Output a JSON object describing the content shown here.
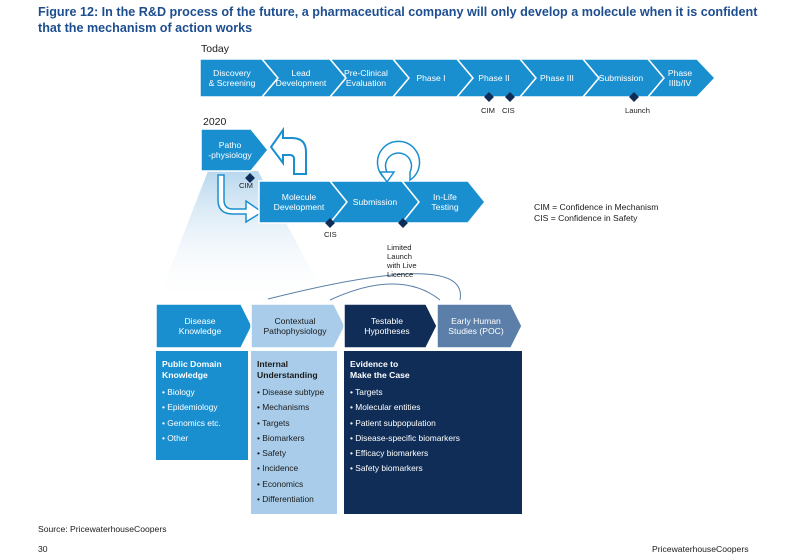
{
  "title": "Figure 12: In the R&D process of the future, a pharmaceutical company will only develop a molecule when it is confident that the mechanism of action works",
  "today": {
    "label": "Today",
    "phases": [
      {
        "line1": "Discovery",
        "line2": "& Screening"
      },
      {
        "line1": "Lead",
        "line2": "Development"
      },
      {
        "line1": "Pre-Clinical",
        "line2": "Evaluation"
      },
      {
        "line1": "Phase I",
        "line2": ""
      },
      {
        "line1": "Phase II",
        "line2": ""
      },
      {
        "line1": "Phase III",
        "line2": ""
      },
      {
        "line1": "Submission",
        "line2": ""
      },
      {
        "line1": "Phase",
        "line2": "IIIb/IV"
      }
    ],
    "markers": {
      "cim": "CIM",
      "cis": "CIS",
      "launch": "Launch"
    }
  },
  "future": {
    "label": "2020",
    "patho": {
      "line1": "Patho",
      "line2": "-physiology"
    },
    "molecule": {
      "line1": "Molecule",
      "line2": "Development"
    },
    "submission": "Submission",
    "inlife": {
      "line1": "In-Life",
      "line2": "Testing"
    },
    "cim": "CIM",
    "cis": "CIS",
    "limited": [
      "Limited",
      "Launch",
      "with Live",
      "Licence"
    ]
  },
  "legend": {
    "line1": "CIM = Confidence in Mechanism",
    "line2": "CIS = Confidence in Safety"
  },
  "columns": [
    {
      "header": {
        "line1": "Disease",
        "line2": "Knowledge"
      },
      "title": {
        "line1": "Public Domain",
        "line2": "Knowledge"
      },
      "items": [
        "• Biology",
        "• Epidemiology",
        "• Genomics etc.",
        "• Other"
      ]
    },
    {
      "header": {
        "line1": "Contextual",
        "line2": "Pathophysiology"
      },
      "title": {
        "line1": "Internal",
        "line2": "Understanding"
      },
      "items": [
        "• Disease subtype",
        "• Mechanisms",
        "• Targets",
        "• Biomarkers",
        "• Safety",
        "• Incidence",
        "• Economics",
        "• Differentiation"
      ]
    },
    {
      "header": {
        "line1": "Testable",
        "line2": "Hypotheses"
      },
      "title": {
        "line1": "Evidence to",
        "line2": "Make the Case"
      },
      "items": [
        "• Targets",
        "• Molecular entities",
        "• Patient subpopulation",
        "• Disease-specific biomarkers",
        "• Efficacy biomarkers",
        "• Safety biomarkers"
      ]
    },
    {
      "header": {
        "line1": "Early Human",
        "line2": "Studies (POC)"
      }
    }
  ],
  "colors": {
    "chevron": "#1a8fd0",
    "light": "#a8cce9",
    "navy": "#0f2d56",
    "slate": "#5b7fa8",
    "title": "#1d4e8f"
  },
  "source": "Source: PricewaterhouseCoopers",
  "page_number": "30",
  "footer_brand": "PricewaterhouseCoopers"
}
